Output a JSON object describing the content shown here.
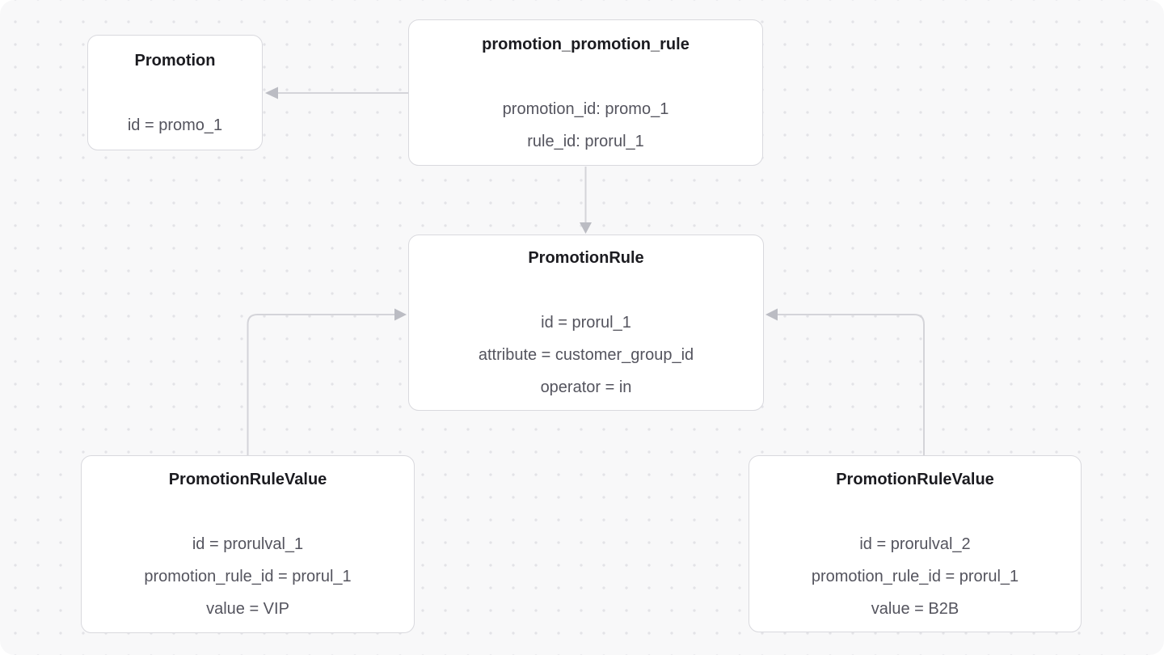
{
  "canvas": {
    "background_color": "#f8f8f9",
    "dot_color": "#e3e3e7",
    "node_border_color": "#d9d9de",
    "node_background_color": "#ffffff",
    "connector_color": "#d4d4d9",
    "arrowhead_color": "#bbbcc3",
    "title_color": "#1b1b20",
    "field_color": "#54545e"
  },
  "nodes": [
    {
      "id": "promotion",
      "title": "Promotion",
      "fields": [
        "id = promo_1"
      ]
    },
    {
      "id": "promotion_promotion_rule",
      "title": "promotion_promotion_rule",
      "fields": [
        "promotion_id: promo_1",
        "rule_id: prorul_1"
      ]
    },
    {
      "id": "promotion_rule",
      "title": "PromotionRule",
      "fields": [
        "id = prorul_1",
        "attribute = customer_group_id",
        "operator = in"
      ]
    },
    {
      "id": "promotion_rule_value_1",
      "title": "PromotionRuleValue",
      "fields": [
        "id = prorulval_1",
        "promotion_rule_id = prorul_1",
        "value = VIP"
      ]
    },
    {
      "id": "promotion_rule_value_2",
      "title": "PromotionRuleValue",
      "fields": [
        "id = prorulval_2",
        "promotion_rule_id = prorul_1",
        "value = B2B"
      ]
    }
  ],
  "edges": [
    {
      "from": "promotion_promotion_rule",
      "to": "promotion"
    },
    {
      "from": "promotion_promotion_rule",
      "to": "promotion_rule"
    },
    {
      "from": "promotion_rule_value_1",
      "to": "promotion_rule"
    },
    {
      "from": "promotion_rule_value_2",
      "to": "promotion_rule"
    }
  ]
}
